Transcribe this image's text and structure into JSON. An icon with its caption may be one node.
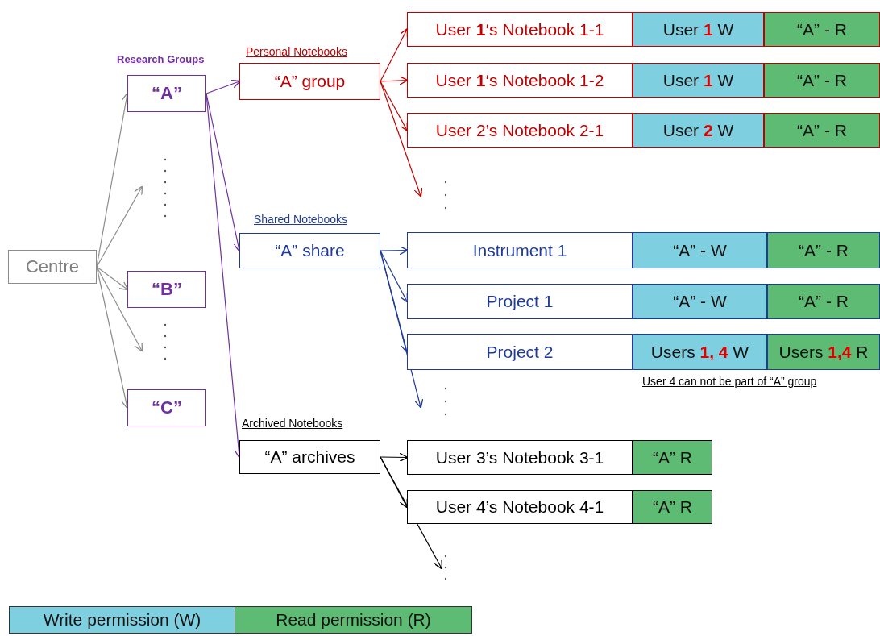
{
  "diagram": {
    "nodes": [
      {
        "text": [
          "Centre"
        ]
      },
      {
        "text": [
          "“A”"
        ],
        "beside": [
          "Research Groups"
        ]
      },
      {
        "text": [
          "“B”"
        ]
      },
      {
        "text": [
          "“C”"
        ]
      },
      {
        "text": [
          "“A” group"
        ],
        "beside": [
          "Personal Notebooks"
        ]
      },
      {
        "text": [
          "User **1**‘s Notebook 1-1"
        ]
      },
      {
        "text": [
          "User **1** W"
        ]
      },
      {
        "text": [
          "“A” - R"
        ]
      },
      {
        "text": [
          "User **1**‘s Notebook 1-2"
        ]
      },
      {
        "text": [
          "User **1** W"
        ]
      },
      {
        "text": [
          "“A” - R"
        ]
      },
      {
        "text": [
          "User 2’s Notebook 2-1"
        ]
      },
      {
        "text": [
          "User **2** W"
        ]
      },
      {
        "text": [
          "“A” - R"
        ]
      },
      {
        "text": [
          "“A” share"
        ],
        "beside": [
          "Shared Notebooks"
        ]
      },
      {
        "text": [
          "Instrument 1"
        ]
      },
      {
        "text": [
          "“A” - W"
        ]
      },
      {
        "text": [
          "“A” - R"
        ]
      },
      {
        "text": [
          "Project 1"
        ]
      },
      {
        "text": [
          "“A” - W"
        ]
      },
      {
        "text": [
          "“A” - R"
        ]
      },
      {
        "text": [
          "Project 2"
        ]
      },
      {
        "text": [
          "Users **1, 4** W"
        ]
      },
      {
        "text": [
          "Users **1,4** R"
        ]
      },
      {
        "text": [
          "“A” archives"
        ],
        "beside": [
          "Archived Notebooks"
        ]
      },
      {
        "text": [
          "User 3’s Notebook 3-1"
        ]
      },
      {
        "text": [
          "“A” R"
        ]
      },
      {
        "text": [
          "User 4’s Notebook 4-1"
        ]
      },
      {
        "text": [
          "“A” R"
        ]
      }
    ],
    "edges": [
      {
        "from": 0,
        "to": 1,
        "arrow": "to",
        "color": "#8c8c8c"
      },
      {
        "from": 0,
        "to": null,
        "arrow": "to",
        "color": "#8c8c8c"
      },
      {
        "from": 0,
        "to": 2,
        "arrow": "to",
        "color": "#8c8c8c"
      },
      {
        "from": 0,
        "to": null,
        "arrow": "to",
        "color": "#8c8c8c"
      },
      {
        "from": 0,
        "to": 3,
        "arrow": "to",
        "color": "#8c8c8c"
      },
      {
        "from": 1,
        "to": 4,
        "arrow": "to",
        "color": "#7030a0"
      },
      {
        "from": 1,
        "to": 14,
        "arrow": "to",
        "color": "#7030a0"
      },
      {
        "from": 1,
        "to": 24,
        "arrow": "to",
        "color": "#7030a0"
      },
      {
        "from": 4,
        "to": 5,
        "arrow": "to",
        "color": "#c00000"
      },
      {
        "from": 4,
        "to": 8,
        "arrow": "to",
        "color": "#c00000"
      },
      {
        "from": 4,
        "to": 11,
        "arrow": "to",
        "color": "#c00000"
      },
      {
        "from": 4,
        "to": null,
        "arrow": "to",
        "color": "#c00000"
      },
      {
        "from": 14,
        "to": 15,
        "arrow": "to",
        "color": "#1f3a99"
      },
      {
        "from": 14,
        "to": 18,
        "arrow": "to",
        "color": "#1f3a99"
      },
      {
        "from": 14,
        "to": 21,
        "arrow": "to",
        "color": "#1f3a99"
      },
      {
        "from": 14,
        "to": null,
        "arrow": "to",
        "color": "#1f3a99"
      },
      {
        "from": 24,
        "to": 25,
        "arrow": "to",
        "color": "#000000"
      },
      {
        "from": 24,
        "to": 27,
        "arrow": "to",
        "color": "#000000"
      },
      {
        "from": 24,
        "to": null,
        "arrow": "to",
        "color": "#000000"
      }
    ],
    "labels": [
      "User 4 can not be part of “A” group"
    ],
    "legend": [
      {
        "text": "Write permission (W)",
        "color": "#7ecfdf"
      },
      {
        "text": "Read permission (R)",
        "color": "#5dbb73"
      }
    ]
  }
}
